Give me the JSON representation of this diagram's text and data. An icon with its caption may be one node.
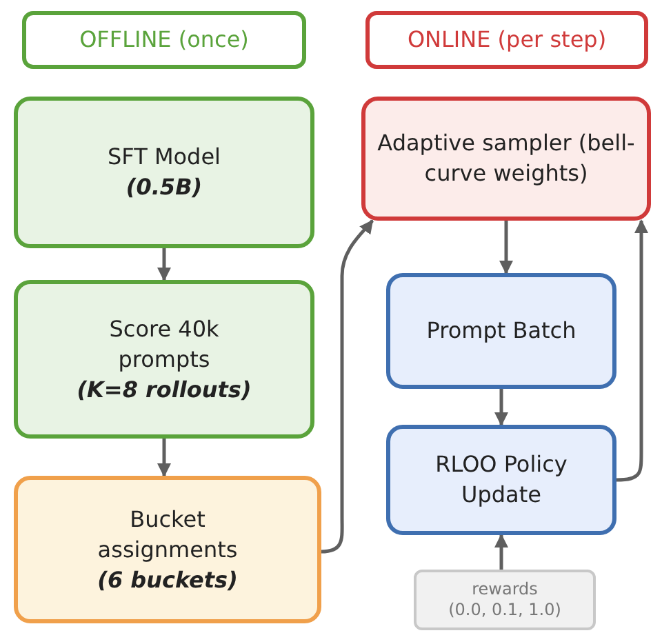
{
  "diagram": {
    "nodes": [
      {
        "text": [
          "OFFLINE (once)"
        ]
      },
      {
        "text": [
          "SFT Model",
          "(0.5B)"
        ]
      },
      {
        "text": [
          "Score 40k prompts",
          "(K=8 rollouts)"
        ]
      },
      {
        "text": [
          "Bucket assignments",
          "(6 buckets)"
        ]
      },
      {
        "text": [
          "ONLINE (per step)"
        ]
      },
      {
        "text": [
          "Adaptive sampler (bell-curve weights)"
        ]
      },
      {
        "text": [
          "Prompt Batch"
        ]
      },
      {
        "text": [
          "RLOO Policy Update"
        ]
      },
      {
        "text": [
          "rewards",
          "(0.0, 0.1, 1.0)"
        ]
      }
    ],
    "edges": [
      {
        "from": 1,
        "to": 2,
        "arrow": "to"
      },
      {
        "from": 2,
        "to": 3,
        "arrow": "to"
      },
      {
        "from": 3,
        "to": 5,
        "arrow": "to"
      },
      {
        "from": 5,
        "to": 6,
        "arrow": "to"
      },
      {
        "from": 6,
        "to": 7,
        "arrow": "to"
      },
      {
        "from": 8,
        "to": 7,
        "arrow": "to"
      },
      {
        "from": 7,
        "to": 5,
        "arrow": "to"
      }
    ]
  }
}
